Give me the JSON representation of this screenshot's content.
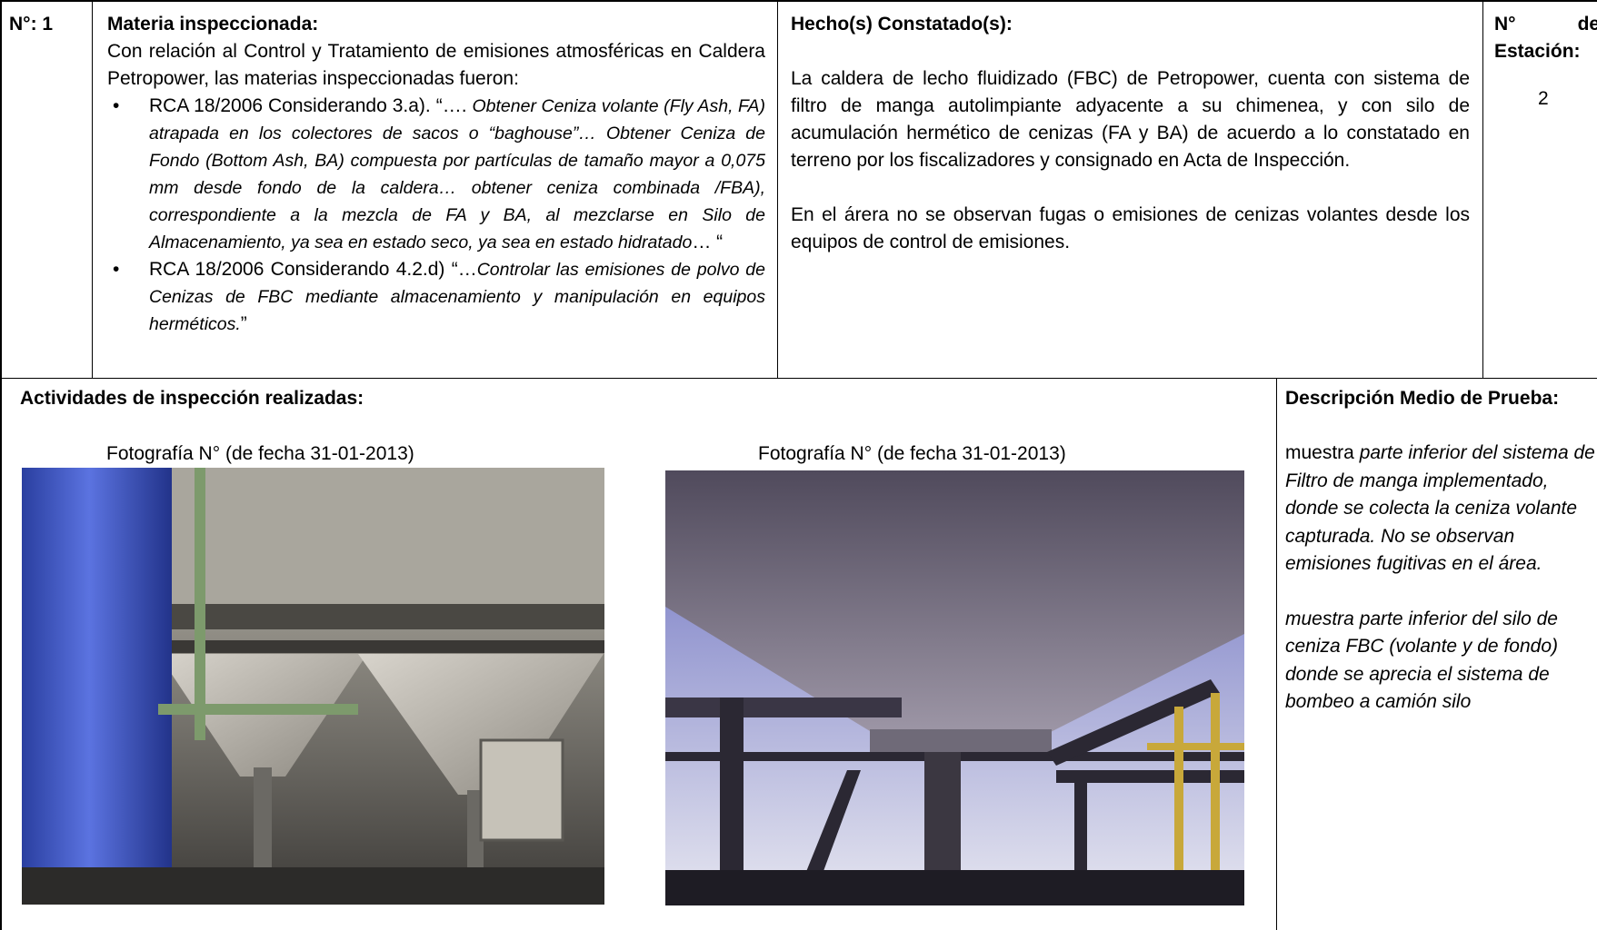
{
  "row1": {
    "number_label": "N°: 1",
    "materia": {
      "heading": "Materia inspeccionada:",
      "intro": "Con relación al Control y Tratamiento de emisiones atmosféricas en Caldera Petropower, las materias inspeccionadas fueron:",
      "items": [
        {
          "prefix": "RCA 18/2006 Considerando 3.a). “…. ",
          "quote": "Obtener Ceniza volante (Fly Ash, FA) atrapada en los colectores de sacos o “baghouse”… Obtener Ceniza de Fondo (Bottom Ash, BA) compuesta por partículas de tamaño mayor a 0,075 mm desde fondo de la caldera… obtener ceniza combinada /FBA), correspondiente a la mezcla de FA y BA, al mezclarse en Silo de Almacenamiento, ya sea en estado seco, ya sea en estado hidratado",
          "suffix": "… “"
        },
        {
          "prefix": "RCA 18/2006 Considerando 4.2.d) “…",
          "quote": "Controlar las emisiones de polvo de Cenizas de FBC mediante almacenamiento y manipulación en equipos herméticos.",
          "suffix": "”"
        }
      ]
    },
    "hechos": {
      "heading": "Hecho(s) Constatado(s):",
      "paragraph1": "La caldera de lecho fluidizado (FBC) de Petropower, cuenta con sistema de filtro de manga autolimpiante adyacente a su chimenea, y con silo de acumulación hermético de cenizas (FA y BA) de acuerdo a lo constatado en terreno por los fiscalizadores y consignado en Acta de Inspección.",
      "paragraph2": "En el árera no se observan fugas o emisiones de cenizas volantes desde los equipos de control de emisiones."
    },
    "estacion": {
      "label_n": "N°",
      "label_de": "de",
      "label_estacion": "Estación:",
      "value": "2"
    }
  },
  "row2": {
    "actividades_heading": "Actividades de inspección realizadas:",
    "photos": [
      {
        "caption": "Fotografía N°  (de fecha 31-01-2013)"
      },
      {
        "caption": "Fotografía N°  (de fecha 31-01-2013)"
      }
    ],
    "descripcion": {
      "heading": "Descripción Medio de Prueba:",
      "d1_prefix": " muestra ",
      "d1_italic": "parte inferior del sistema de Filtro de manga implementado, donde se colecta la ceniza volante capturada. No se observan emisiones fugitivas en el área.",
      "d2": " muestra parte inferior del silo de ceniza FBC (volante y de fondo) donde se aprecia el sistema de bombeo a camión silo"
    }
  }
}
